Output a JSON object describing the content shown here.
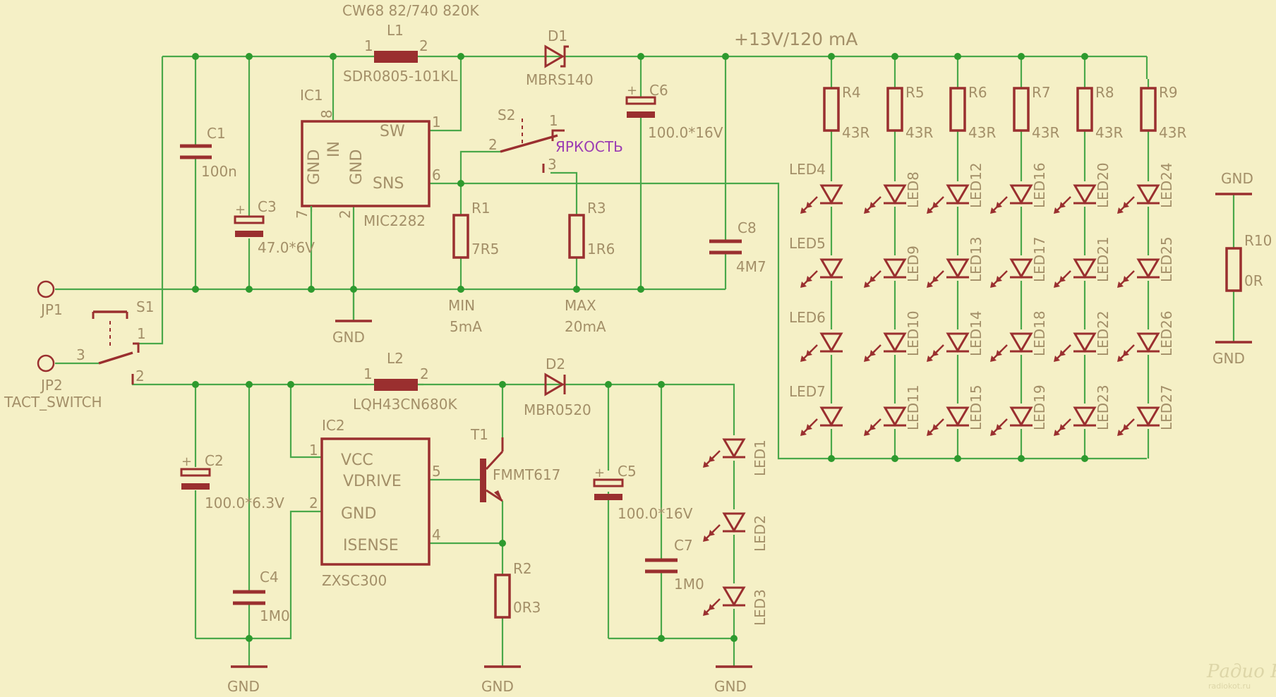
{
  "supply_label": "+13V/120 mA",
  "inductor_part_top": "CW68 82/740 820K",
  "parts": {
    "L1": {
      "ref": "L1",
      "value": "SDR0805-101KL",
      "pin1": "1",
      "pin2": "2"
    },
    "D1": {
      "ref": "D1",
      "value": "MBRS140"
    },
    "C1": {
      "ref": "C1",
      "value": "100n"
    },
    "C3": {
      "ref": "C3",
      "value": "47.0*6V"
    },
    "C6": {
      "ref": "C6",
      "value": "100.0*16V"
    },
    "C8": {
      "ref": "C8",
      "value": "4M7"
    },
    "IC1": {
      "ref": "IC1",
      "value": "MIC2282",
      "pin_sw": "SW",
      "pin_sns": "SNS",
      "pin_in": "IN",
      "pin_gnd1": "GND",
      "pin_gnd2": "GND",
      "n1": "1",
      "n2": "2",
      "n6": "6",
      "n7": "7",
      "n8": "8"
    },
    "S2": {
      "ref": "S2",
      "value": "ЯРКОСТЬ",
      "n1": "1",
      "n2": "2",
      "n3": "3"
    },
    "R1": {
      "ref": "R1",
      "value": "7R5",
      "note1": "MIN",
      "note2": "5mA"
    },
    "R3": {
      "ref": "R3",
      "value": "1R6",
      "note1": "MAX",
      "note2": "20mA"
    },
    "JP1": {
      "ref": "JP1"
    },
    "JP2": {
      "ref": "JP2"
    },
    "S1": {
      "ref": "S1",
      "value": "TACT_SWITCH",
      "n1": "1",
      "n2": "2",
      "n3": "3"
    },
    "L2": {
      "ref": "L2",
      "value": "LQH43CN680K",
      "pin1": "1",
      "pin2": "2"
    },
    "D2": {
      "ref": "D2",
      "value": "MBR0520"
    },
    "C2": {
      "ref": "C2",
      "value": "100.0*6.3V"
    },
    "C4": {
      "ref": "C4",
      "value": "1M0"
    },
    "IC2": {
      "ref": "IC2",
      "value": "ZXSC300",
      "pin_vcc": "VCC",
      "pin_vdrive": "VDRIVE",
      "pin_gnd": "GND",
      "pin_isense": "ISENSE",
      "n1": "1",
      "n2": "2",
      "n4": "4",
      "n5": "5"
    },
    "T1": {
      "ref": "T1",
      "value": "FMMT617"
    },
    "R2": {
      "ref": "R2",
      "value": "0R3"
    },
    "C5": {
      "ref": "C5",
      "value": "100.0*16V"
    },
    "C7": {
      "ref": "C7",
      "value": "1M0"
    },
    "R10": {
      "ref": "R10",
      "value": "0R"
    }
  },
  "resistor_row": [
    {
      "ref": "R4",
      "value": "43R"
    },
    {
      "ref": "R5",
      "value": "43R"
    },
    {
      "ref": "R6",
      "value": "43R"
    },
    {
      "ref": "R7",
      "value": "43R"
    },
    {
      "ref": "R8",
      "value": "43R"
    },
    {
      "ref": "R9",
      "value": "43R"
    }
  ],
  "led_matrix": [
    [
      "LED4",
      "LED5",
      "LED6",
      "LED7"
    ],
    [
      "LED8",
      "LED9",
      "LED10",
      "LED11"
    ],
    [
      "LED12",
      "LED13",
      "LED14",
      "LED15"
    ],
    [
      "LED16",
      "LED17",
      "LED18",
      "LED19"
    ],
    [
      "LED20",
      "LED21",
      "LED22",
      "LED23"
    ],
    [
      "LED24",
      "LED25",
      "LED26",
      "LED27"
    ]
  ],
  "led_bottom": [
    "LED1",
    "LED2",
    "LED3"
  ],
  "gnd_label": "GND",
  "watermark": {
    "brand": "Радио КОТ",
    "site": "radiokot.ru"
  }
}
